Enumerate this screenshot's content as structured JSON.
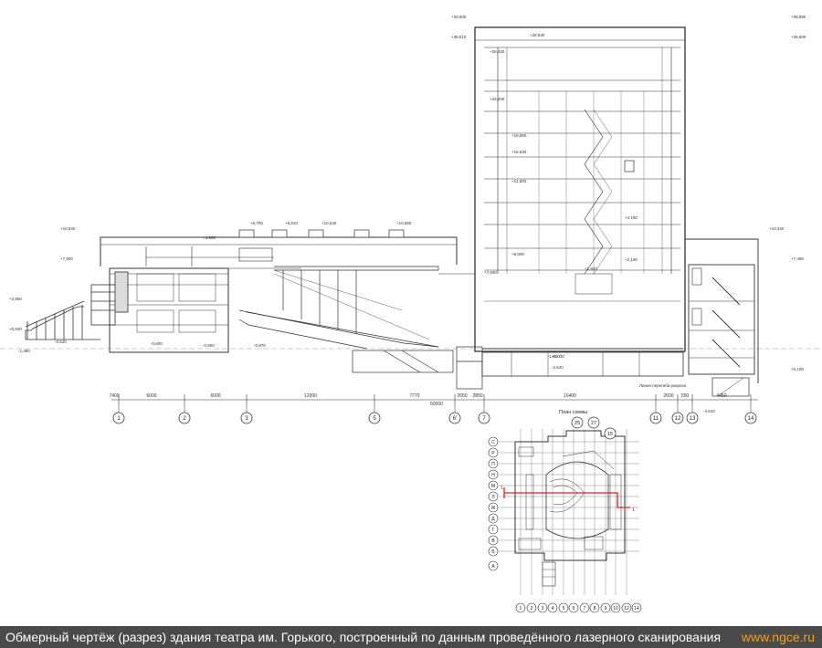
{
  "caption": {
    "text": "Обмерный чертёж (разрез) здания театра им. Горького, построенный по данным проведённого лазерного сканирования",
    "url": "www.ngce.ru"
  },
  "colors": {
    "line": "#333333",
    "grid": "#6e6e6e",
    "accent": "#e02020",
    "caption_bg": "#4a4a4a",
    "url": "#f0a020"
  },
  "section": {
    "axes": [
      "1",
      "2",
      "3",
      "5",
      "6'",
      "7",
      "11",
      "12",
      "13",
      "14"
    ],
    "dims": [
      "7400",
      "6000",
      "6000",
      "12000",
      "7770",
      "2650",
      "2850",
      "16400",
      "2600",
      "4450",
      "550",
      "60000"
    ],
    "levels": [
      "+10,530",
      "+7,500",
      "+2,900",
      "+0,930",
      "-0,520",
      "-1,380",
      "-0,600",
      "-0,900",
      "-0,870",
      "+4,900",
      "+9,700",
      "+9,910",
      "+10,640",
      "+10,580",
      "+30,600",
      "+38,510",
      "+28,930",
      "+26,340",
      "+22,800",
      "+18,960",
      "+16,930",
      "+14,500",
      "+8,000",
      "+7,600",
      "+0,030",
      "-2,640",
      "+2,190",
      "+4,100",
      "+1,920",
      "-1,610",
      "-4,610",
      "+38,880",
      "+36,600",
      "+10,440",
      "+7,490",
      "+0,100"
    ],
    "note": "Линия перегиба разреза"
  },
  "plan": {
    "title": "План схемы",
    "rows": [
      "С",
      "Р",
      "П",
      "Н",
      "М",
      "Л",
      "Ж",
      "Д",
      "Г",
      "В",
      "Б",
      "А"
    ],
    "cols": [
      "1",
      "2",
      "3",
      "4",
      "5",
      "6",
      "7",
      "8",
      "9",
      "10",
      "12",
      "14"
    ],
    "top_marks": [
      "25",
      "27",
      "15"
    ],
    "cut_marks": [
      "1",
      "1"
    ]
  }
}
